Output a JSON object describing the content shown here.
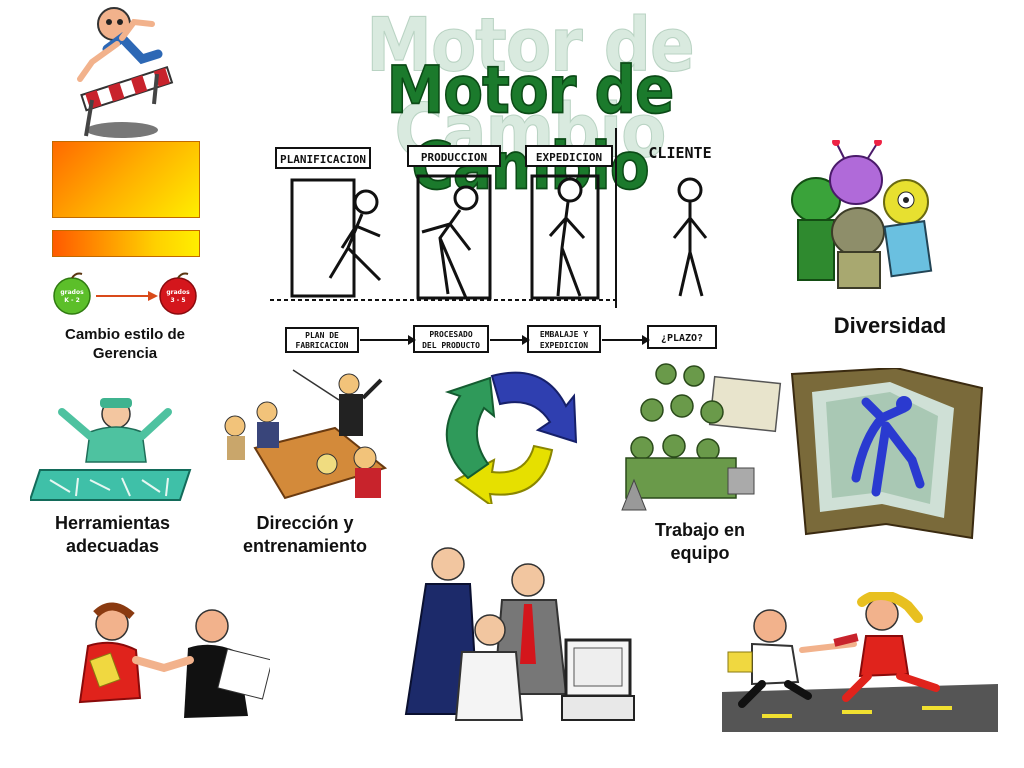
{
  "slide": {
    "title_shadow": "Motor de Cambio",
    "title": "Motor de Cambio"
  },
  "captions": {
    "gerencia": "Cambio estilo de Gerencia",
    "diversidad": "Diversidad",
    "herramientas": "Herramientas adecuadas",
    "direccion": "Dirección y entrenamiento",
    "equipo": "Trabajo en equipo"
  },
  "apples": {
    "left_top": "grados",
    "left_bottom": "K - 2",
    "right_top": "grados",
    "right_bottom": "3 - 5"
  },
  "cartoon": {
    "stages": [
      "PLANIFICACION",
      "PRODUCCION",
      "EXPEDICION",
      "CLIENTE"
    ],
    "flow": [
      {
        "line1": "PLAN DE",
        "line2": "FABRICACION"
      },
      {
        "line1": "PROCESADO",
        "line2": "DEL PRODUCTO"
      },
      {
        "line1": "EMBALAJE Y",
        "line2": "EXPEDICION"
      },
      {
        "line1": "¿PLAZO?",
        "line2": ""
      }
    ]
  },
  "colors": {
    "title_green": "#1b7a2c",
    "title_shadow": "#d9eadf",
    "bar_orange": "#ff6a00",
    "bar_yellow": "#ffee00",
    "apple_green": "#5cbf2a",
    "apple_red": "#d4161c",
    "arrow_blue": "#2f3fb0",
    "arrow_green": "#2f9a5a",
    "arrow_yellow": "#e6e000"
  },
  "icons": [
    "hurdle-runner-clipart",
    "alien-group-clipart",
    "surgeon-clipart",
    "meeting-conductor-clipart",
    "cycle-arrows-icon",
    "soldiers-team-clipart",
    "climber-cliff-clipart",
    "handshake-clipart",
    "office-computer-clipart",
    "relay-runners-clipart"
  ]
}
